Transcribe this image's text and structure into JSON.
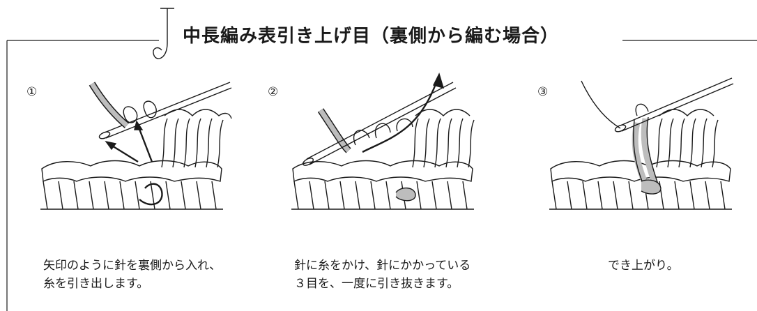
{
  "title": "中長編み表引き上げ目（裏側から編む場合）",
  "steps": [
    {
      "number": "①",
      "caption_line1": "矢印のように針を裏側から入れ、",
      "caption_line2": "糸を引き出します。"
    },
    {
      "number": "②",
      "caption_line1": "針に糸をかけ、針にかかっている",
      "caption_line2": "３目を、一度に引き抜きます。"
    },
    {
      "number": "③",
      "caption_line1": "でき上がり。",
      "caption_line2": ""
    }
  ],
  "colors": {
    "line": "#1a1a1a",
    "yarn_highlight": "#bdbdbd",
    "background": "#ffffff"
  }
}
